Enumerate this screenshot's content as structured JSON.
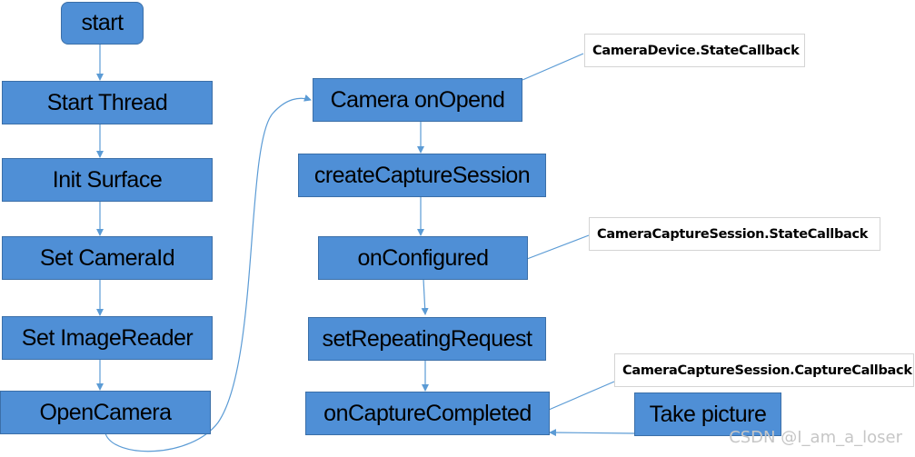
{
  "flow": {
    "start": "start",
    "start_thread": "Start  Thread",
    "init_surface": "Init Surface",
    "set_camera_id": "Set CameraId",
    "set_image_reader": "Set ImageReader",
    "open_camera": "OpenCamera",
    "camera_on_opend": "Camera onOpend",
    "create_capture_session": "createCaptureSession",
    "on_configured": "onConfigured",
    "set_repeating_request": "setRepeatingRequest",
    "on_capture_completed": "onCaptureCompleted",
    "take_picture": "Take picture"
  },
  "callouts": {
    "camera_device_state": "CameraDevice.StateCallback",
    "session_state": "CameraCaptureSession.StateCallback",
    "session_capture": "CameraCaptureSession.CaptureCallback"
  },
  "watermark": "CSDN @I_am_a_loser",
  "colors": {
    "box_fill": "#4f8fd6",
    "box_border": "#3b6fa8",
    "connector": "#5b9bd5"
  }
}
